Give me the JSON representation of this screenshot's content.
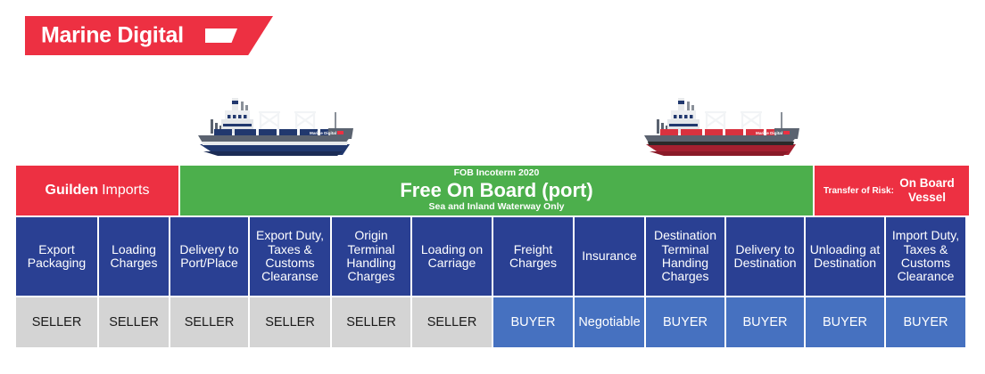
{
  "logo": {
    "text": "Marine Digital",
    "mark": "flag-mark"
  },
  "ships": [
    {
      "name": "origin-vessel",
      "hull_color": "#21386E",
      "label": "Marine Digital"
    },
    {
      "name": "destination-vessel",
      "hull_color": "#A32030",
      "label": "Marine Digital"
    }
  ],
  "colors": {
    "red": "#ED3042",
    "green": "#4CAF4C",
    "header_blue": "#2A4093",
    "buyer_blue": "#4671C0",
    "seller_grey": "#D4D4D4"
  },
  "bands": {
    "company": {
      "name_strong": "Guilden",
      "name_light": "Imports"
    },
    "term": {
      "top": "FOB Incoterm 2020",
      "main": "Free On Board (port)",
      "sub": "Sea and Inland Waterway Only"
    },
    "risk": {
      "label": "Transfer of Risk:",
      "value": "On Board Vessel"
    }
  },
  "columns": [
    {
      "header": "Export Packaging",
      "party": "SELLER"
    },
    {
      "header": "Loading Charges",
      "party": "SELLER"
    },
    {
      "header": "Delivery to Port/Place",
      "party": "SELLER"
    },
    {
      "header": "Export Duty, Taxes & Customs Clearanse",
      "party": "SELLER"
    },
    {
      "header": "Origin Terminal Handling Charges",
      "party": "SELLER"
    },
    {
      "header": "Loading on Carriage",
      "party": "SELLER"
    },
    {
      "header": "Freight Charges",
      "party": "BUYER"
    },
    {
      "header": "Insurance",
      "party": "Negotiable"
    },
    {
      "header": "Destination Terminal Handing Charges",
      "party": "BUYER"
    },
    {
      "header": "Delivery to Destination",
      "party": "BUYER"
    },
    {
      "header": "Unloading at Destination",
      "party": "BUYER"
    },
    {
      "header": "Import Duty, Taxes & Customs Clearance",
      "party": "BUYER"
    }
  ]
}
